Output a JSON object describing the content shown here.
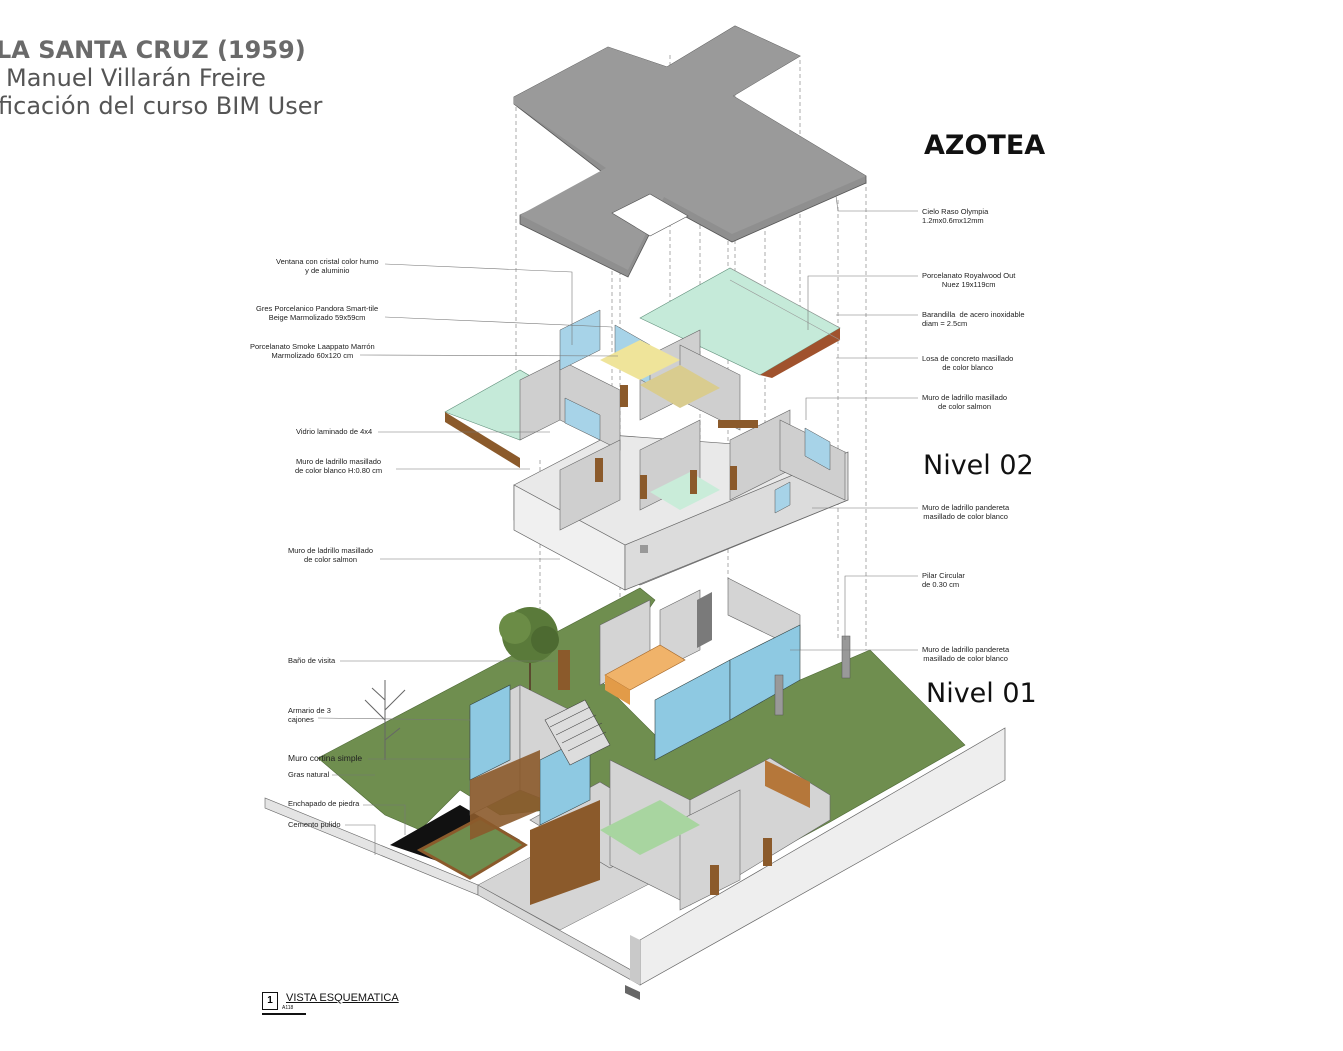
{
  "header": {
    "line1": "LA SANTA CRUZ (1959)",
    "line2": "Manuel Villarán Freire",
    "line3": "ficación del curso BIM User"
  },
  "levels": {
    "azotea": "AZOTEA",
    "nivel02": "Nivel 02",
    "nivel01": "Nivel 01"
  },
  "annotations_left": [
    "Ventana con cristal color humo\ny de aluminio",
    "Gres Porcelanico Pandora Smart-tile\nBeige Marmolizado 59x59cm",
    "Porcelanato Smoke Laappato Marrón\nMarmolizado 60x120 cm",
    "Vidrio laminado de 4x4",
    "Muro de ladrillo masillado\nde color blanco H:0.80 cm",
    "Muro de ladrillo masillado\nde color salmon",
    "Baño de visita",
    "Armario de 3\ncajones",
    "Muro cortina simple",
    "Gras natural",
    "Enchapado de piedra",
    "Cemento pulido"
  ],
  "annotations_right": [
    "Cielo Raso Olympia\n1.2mx0.6mx12mm",
    "Porcelanato Royalwood Out\nNuez 19x119cm",
    "Barandilla  de acero inoxidable\ndiam = 2.5cm",
    "Losa de concreto masillado\nde color blanco",
    "Muro de ladrillo masillado\nde color salmon",
    "Muro de ladrillo pandereta\nmasillado de color blanco",
    "Pilar Circular\nde 0.30 cm",
    "Muro de ladrillo pandereta\nmasillado de color blanco"
  ],
  "title_block": {
    "number": "1",
    "title": "VISTA ESQUEMATICA",
    "sheet": "A118"
  },
  "colors": {
    "roof": "#8c8c8c",
    "grass": "#6e8c4e",
    "glass": "#bfe7d9",
    "wall": "#e6e6e6",
    "wall_dark": "#b8b8b8",
    "wood": "#8b5a2b"
  }
}
